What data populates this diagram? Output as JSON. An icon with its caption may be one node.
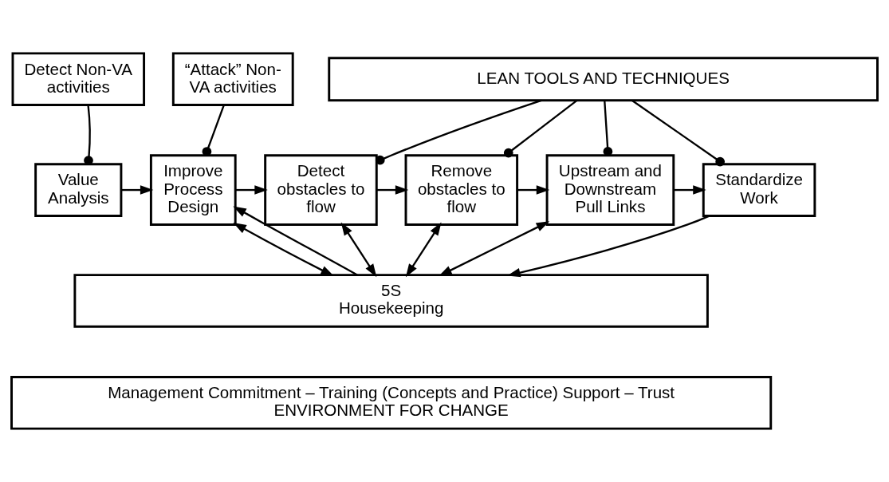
{
  "diagram": {
    "nodes": [
      {
        "text": [
          "Detect Non-VA activities"
        ]
      },
      {
        "text": [
          "“Attack” Non-VA activities"
        ]
      },
      {
        "text": [
          "LEAN TOOLS AND TECHNIQUES"
        ]
      },
      {
        "text": [
          "Value Analysis"
        ]
      },
      {
        "text": [
          "5S Housekeeping"
        ]
      },
      {
        "text": [
          "Improve Process Design"
        ]
      },
      {
        "text": [
          "Detect obstacles to flow"
        ]
      },
      {
        "text": [
          "Remove obstacles to flow"
        ]
      },
      {
        "text": [
          "Upstream and Downstream Pull Links"
        ]
      },
      {
        "text": [
          "Standardize Work"
        ]
      },
      {
        "text": [
          "Management Commitment – Training (Concepts and Practice) Support – Trust",
          "ENVIRONMENT FOR CHANGE"
        ]
      }
    ],
    "edges": [
      {
        "from": 0,
        "to": 3,
        "arrow": "other"
      },
      {
        "from": 1,
        "to": 5,
        "arrow": "other"
      },
      {
        "from": 2,
        "to": 6,
        "arrow": "other"
      },
      {
        "from": 2,
        "to": 7,
        "arrow": "other"
      },
      {
        "from": 2,
        "to": 8,
        "arrow": "other"
      },
      {
        "from": 2,
        "to": 9,
        "arrow": "other"
      },
      {
        "from": 3,
        "to": 5,
        "arrow": "to"
      },
      {
        "from": 4,
        "to": 5,
        "arrow": "to"
      },
      {
        "from": 5,
        "to": 6,
        "arrow": "to"
      },
      {
        "from": 6,
        "to": 7,
        "arrow": "to"
      },
      {
        "from": 7,
        "to": 8,
        "arrow": "to"
      },
      {
        "from": 8,
        "to": 9,
        "arrow": "to"
      },
      {
        "from": 9,
        "to": 4,
        "arrow": "to"
      },
      {
        "from": 5,
        "to": 4,
        "arrow": "both"
      },
      {
        "from": 6,
        "to": 4,
        "arrow": "both"
      },
      {
        "from": 7,
        "to": 4,
        "arrow": "both"
      },
      {
        "from": 8,
        "to": 4,
        "arrow": "both"
      }
    ]
  }
}
